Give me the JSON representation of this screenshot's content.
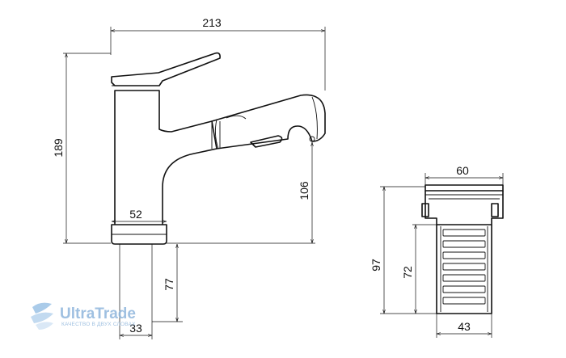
{
  "dimensions": {
    "faucet_width": "213",
    "faucet_height": "189",
    "spout_height": "106",
    "base_diameter": "52",
    "shank_length": "77",
    "shank_diameter": "33",
    "drain_top_width": "60",
    "drain_height": "97",
    "drain_body_height": "72",
    "drain_body_width": "43"
  },
  "logo": {
    "brand": "UltraTrade",
    "tagline": "КАЧЕСТВО В ДВУХ СЛОВАХ"
  }
}
